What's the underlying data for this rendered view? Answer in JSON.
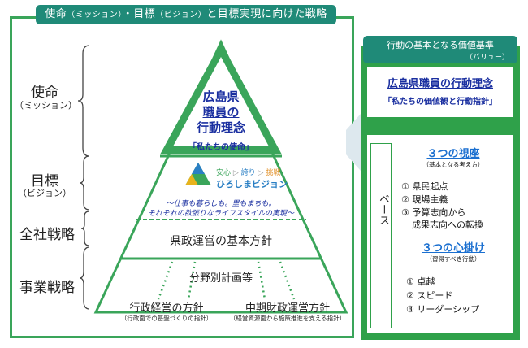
{
  "header": {
    "title_main": "使命",
    "title_paren1": "（ミッション）",
    "title_mid": "・目標",
    "title_paren2": "（ビジョン）",
    "title_rest": "と目標実現に向けた戦略"
  },
  "left_labels": {
    "mission": "使命",
    "mission_sub": "（ミッション）",
    "goal": "目標",
    "goal_sub": "（ビジョン）",
    "corporate_strategy": "全社戦略",
    "business_strategy": "事業戦略"
  },
  "pyramid": {
    "top_line1": "広島県",
    "top_line2": "職員の",
    "top_line3": "行動理念",
    "top_quote": "「私たちの使命」",
    "logo_tagline_1": "安心",
    "logo_tagline_2": "誇り",
    "logo_tagline_3": "挑戦",
    "logo_name": "ひろしまビジョン",
    "vision_line1": "～仕事も暮らしも。里もまちも。",
    "vision_line2": "それぞれの欲張りなライフスタイルの実現～",
    "policy": "県政運営の基本方針",
    "sector_plans": "分野別計画等",
    "admin_policy": "行政経営の方針",
    "admin_policy_sub": "（行政面での基盤づくりの指針）",
    "finance_policy": "中期財政運営方針",
    "finance_policy_sub": "（経営資源面から施策推進を支える指針）"
  },
  "values_panel": {
    "header_line1": "行動の基本となる価値基準",
    "header_line2": "（バリュー）",
    "philosophy": "広島県職員の行動理念",
    "philosophy_quote": "「私たちの価値観と行動指針」",
    "base_label": "ベース",
    "viewpoints_title": "３つの視座",
    "viewpoints_sub": "（基本となる考え方）",
    "viewpoints": [
      "① 県民起点",
      "② 現場主義",
      "③ 予算志向から",
      "成果志向への転換"
    ],
    "mindset_title": "３つの心掛け",
    "mindset_sub": "（習得すべき行動）",
    "mindsets": [
      "① 卓越",
      "② スピード",
      "③ リーダーシップ"
    ]
  },
  "colors": {
    "green": "#2fa14a",
    "teal": "#1f8a78",
    "blue_text": "#1a2fa0",
    "triangle_fill": "#3aa55a"
  }
}
